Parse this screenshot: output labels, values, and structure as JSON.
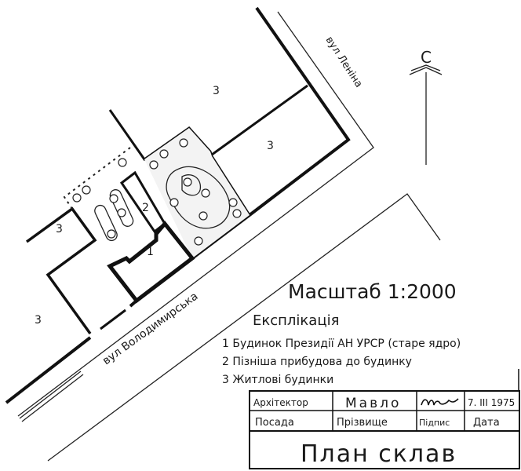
{
  "plan": {
    "street_lenina": "вул Леніна",
    "street_volodymyrska": "вул Володимирська",
    "north_label": "С",
    "building_labels": [
      "3",
      "3",
      "3",
      "3",
      "2",
      "1"
    ]
  },
  "legend": {
    "scale": "Масштаб 1:2000",
    "title": "Експлікація",
    "items": [
      "1 Будинок Президії АН УРСР (старе ядро)",
      "2 Пізніша прибудова до будинку",
      "3 Житлові будинки"
    ]
  },
  "title_block": {
    "role_value": "Архітектор",
    "name_value": "Мавло",
    "date_value": "7. III 1975",
    "role_header": "Посада",
    "name_header": "Прізвище",
    "signature_header": "Підпис",
    "date_header": "Дата",
    "title": "План склав"
  }
}
